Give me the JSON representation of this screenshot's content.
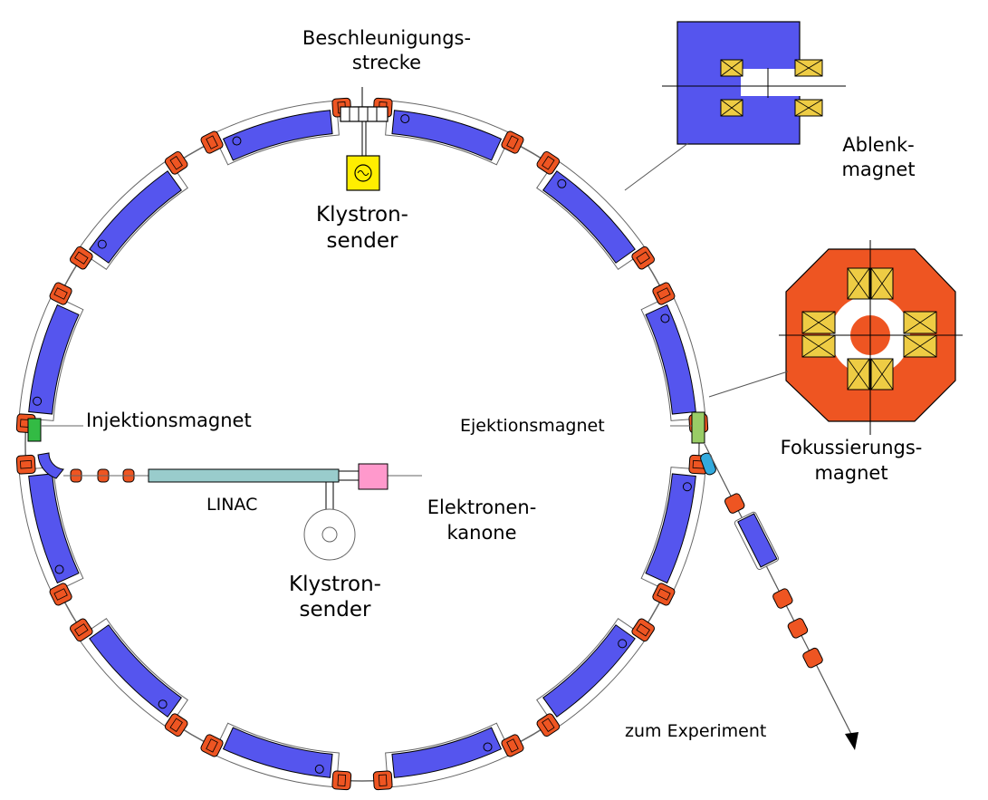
{
  "labels": {
    "accel_line1": "Beschleunigungs-",
    "accel_line2": "strecke",
    "klystron_top_line1": "Klystron-",
    "klystron_top_line2": "sender",
    "ablenk_line1": "Ablenk-",
    "ablenk_line2": "magnet",
    "fokus_line1": "Fokussierungs-",
    "fokus_line2": "magnet",
    "injektion": "Injektionsmagnet",
    "ejektion": "Ejektionsmagnet",
    "linac": "LINAC",
    "elektronen_line1": "Elektronen-",
    "elektronen_line2": "kanone",
    "klystron_bottom_line1": "Klystron-",
    "klystron_bottom_line2": "sender",
    "experiment": "zum Experiment"
  },
  "colors": {
    "dipole": "#5555ee",
    "quadrupole": "#ee5522",
    "coil": "#eecc44",
    "injektion": "#33bb44",
    "ejektion": "#99cc66",
    "linac": "#99cccc",
    "kanone": "#ff99cc",
    "septum": "#33aadd",
    "klystron": "#ffee00",
    "line": "#666666"
  },
  "icons": {
    "klystron_top": "sine-wave-icon",
    "experiment_arrow": "arrow-head-icon"
  }
}
